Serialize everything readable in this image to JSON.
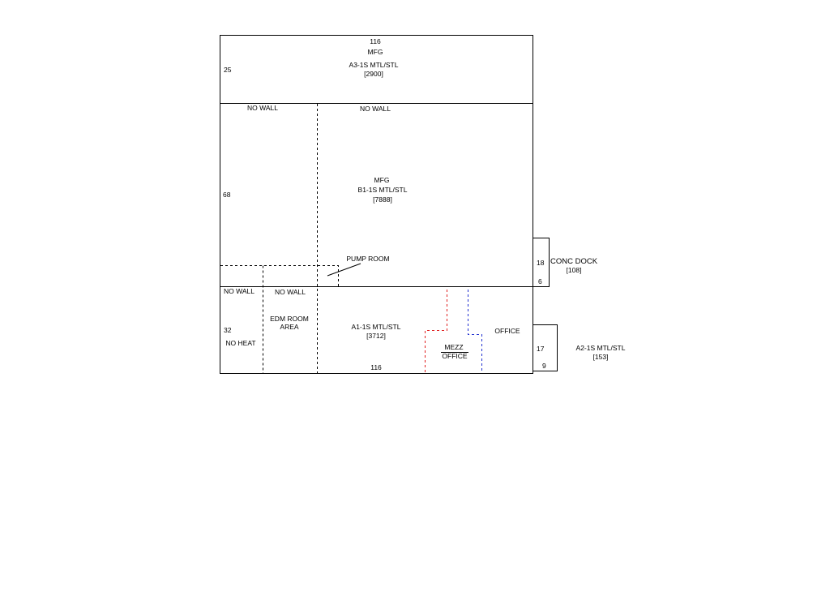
{
  "colors": {
    "wall": "#000000",
    "mezz_line_red": "#e02020",
    "mezz_line_blue": "#2030d0"
  },
  "top_section": {
    "dim_width": "116",
    "use": "MFG",
    "name": "A3-1S MTL/STL",
    "area": "[2900]",
    "dim_height": "25"
  },
  "middle_section": {
    "no_wall_left": "NO WALL",
    "no_wall_center": "NO WALL",
    "use": "MFG",
    "name": "B1-1S MTL/STL",
    "area": "[7888]",
    "dim_height": "68",
    "pump_room": "PUMP ROOM"
  },
  "bottom_section": {
    "no_wall_left": "NO WALL",
    "no_wall_edm": "NO WALL",
    "dim_height": "32",
    "no_heat": "NO HEAT",
    "edm_line1": "EDM ROOM",
    "edm_line2": "AREA",
    "name": "A1-1S MTL/STL",
    "area": "[3712]",
    "dim_width": "116",
    "mezz": "MEZZ",
    "mezz_office": "OFFICE",
    "office": "OFFICE"
  },
  "dock": {
    "dim_height": "18",
    "dim_width": "6",
    "name": "CONC DOCK",
    "area": "[108]"
  },
  "a2": {
    "dim_height": "17",
    "dim_width": "9",
    "name": "A2-1S MTL/STL",
    "area": "[153]"
  }
}
